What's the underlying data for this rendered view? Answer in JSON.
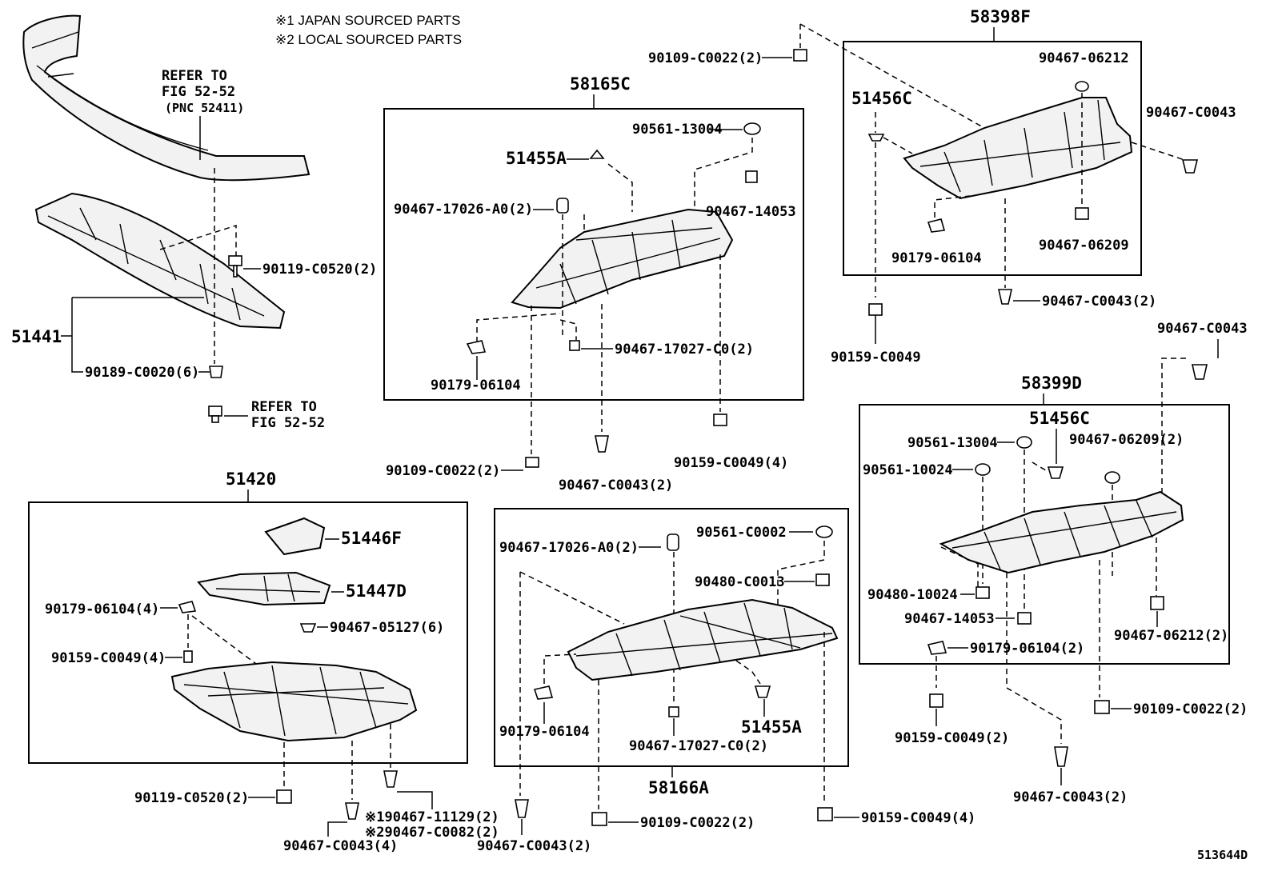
{
  "notes": {
    "japan": "※1 JAPAN SOURCED PARTS",
    "local": "※2 LOCAL SOURCED PARTS"
  },
  "drawing_id": "513644D",
  "groups": {
    "bumper": {
      "refer1_l1": "REFER TO",
      "refer1_l2": "FIG 52-52",
      "refer1_l3": "(PNC 52411)",
      "p51441": "51441",
      "p90119a": "90119-C0520(2)",
      "p90189": "90189-C0020(6)",
      "refer2_l1": "REFER TO",
      "refer2_l2": "FIG 52-52"
    },
    "g58165c": {
      "title": "58165C",
      "p51455a": "51455A",
      "p90561": "90561-13004",
      "p90467_17026": "90467-17026-A0(2)",
      "p90467_14053": "90467-14053",
      "p90467_17027": "90467-17027-C0(2)",
      "p90179": "90179-06104",
      "out_90109": "90109-C0022(2)",
      "out_90467": "90467-C0043(2)",
      "out_90159": "90159-C0049(4)"
    },
    "g58398f": {
      "title": "58398F",
      "top_90109": "90109-C0022(2)",
      "p51456c": "51456C",
      "p90467_06212": "90467-06212",
      "p90467_c0043": "90467-C0043",
      "p90179": "90179-06104",
      "p90467_06209": "90467-06209",
      "out_90467": "90467-C0043(2)",
      "out_90159": "90159-C0049"
    },
    "g51420": {
      "title": "51420",
      "p51446f": "51446F",
      "p51447d": "51447D",
      "p90179": "90179-06104(4)",
      "p90467_05127": "90467-05127(6)",
      "p90159": "90159-C0049(4)",
      "out_90119": "90119-C0520(2)",
      "out_note1": "※190467-11129(2)",
      "out_note2": "※290467-C0082(2)",
      "out_90467": "90467-C0043(4)"
    },
    "g58166a": {
      "title": "58166A",
      "p90467_17026": "90467-17026-A0(2)",
      "p90561": "90561-C0002",
      "p90480": "90480-C0013",
      "p90179": "90179-06104",
      "p90467_17027": "90467-17027-C0(2)",
      "p51455a": "51455A",
      "out_90467": "90467-C0043(2)",
      "out_90109": "90109-C0022(2)",
      "out_90159": "90159-C0049(4)"
    },
    "g58399d": {
      "title": "58399D",
      "top_90467": "90467-C0043",
      "p51456c": "51456C",
      "p90561_13004": "90561-13004",
      "p90561_10024": "90561-10024",
      "p90467_06209": "90467-06209(2)",
      "p90480_10024": "90480-10024",
      "p90467_14053": "90467-14053",
      "p90179": "90179-06104(2)",
      "p90467_06212": "90467-06212(2)",
      "out_90159": "90159-C0049(2)",
      "out_90109": "90109-C0022(2)",
      "out_90467": "90467-C0043(2)"
    }
  }
}
